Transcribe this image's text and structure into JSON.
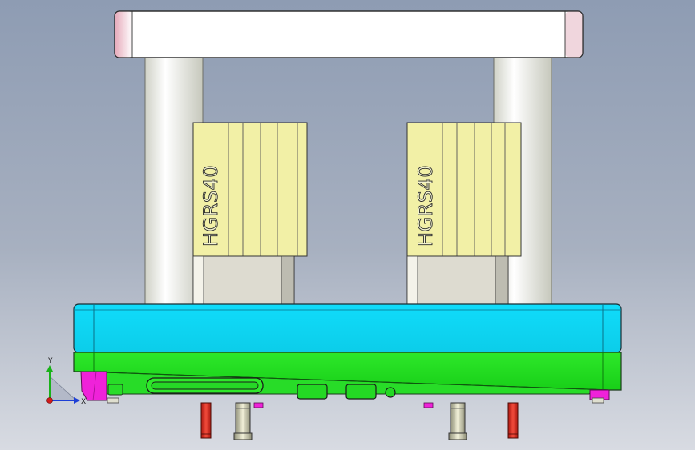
{
  "scene": {
    "components": [
      {
        "label": "HGRS40"
      },
      {
        "label": "HGRS40"
      }
    ]
  },
  "axes": {
    "y_label": "Y",
    "x_label": "X"
  },
  "colors": {
    "top_plate": "#ffffff",
    "guide_pillar": "#eceee3",
    "cylinder_body": "#f2f0a6",
    "cylinder_base": "#dddbd0",
    "upper_plate": "#10dcfb",
    "lower_plate": "#1ee01e",
    "pink_part": "#ef22d9",
    "red_pin": "#d8281e",
    "background": "#a7b0c0"
  }
}
